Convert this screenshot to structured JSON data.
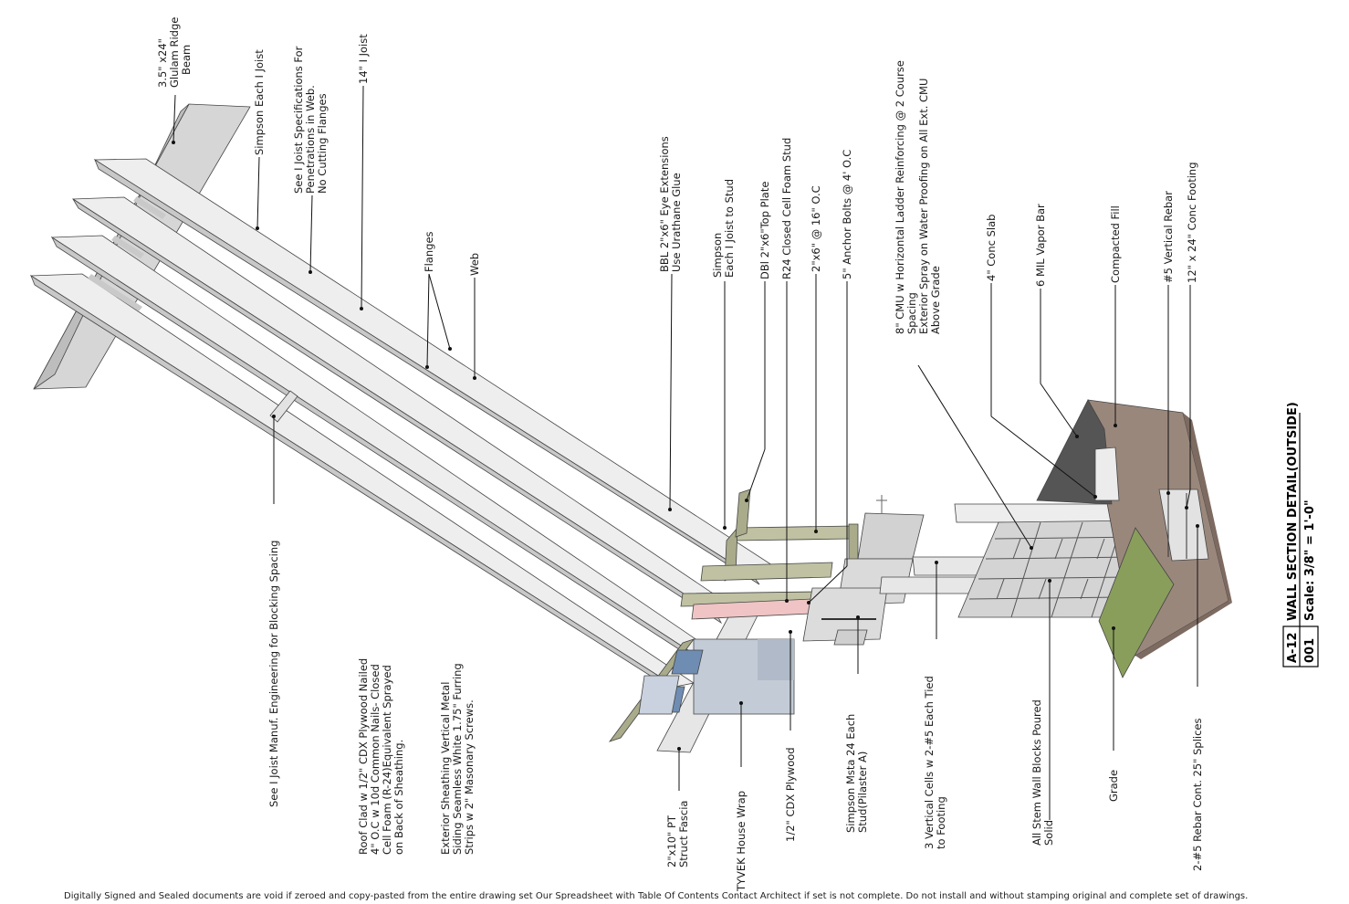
{
  "drawing": {
    "sheet_number": "A-12",
    "detail_number": "001",
    "title": "WALL SECTION DETAIL(OUTSIDE)",
    "scale": "Scale: 3/8\" = 1'-0\"",
    "colors": {
      "lumber": "#ebebeb",
      "ridge_beam": "#d4d4d4",
      "plate": "#b9bb9b",
      "foam": "#f1c7c7",
      "cmu": "#d9d9d9",
      "earth": "#9a877c",
      "grade": "#8a9e5c",
      "vapor_bar": "#555555",
      "siding": "#b9c4d1",
      "tyvek": "#6f8db3"
    },
    "labels": {
      "glulam": [
        "3.5\" x24\"",
        "Glulam Ridge",
        "Beam"
      ],
      "simpson_joist": [
        "Simpson Each I Joist"
      ],
      "joist_spec": [
        "See I Joist Specifications For",
        "Penetrations in Web.",
        "No Cutting Flanges"
      ],
      "i_joist": [
        "14\" I Joist"
      ],
      "flanges": [
        "Flanges"
      ],
      "web": [
        "Web"
      ],
      "bbl": [
        "BBL 2\"x6\" Eye Extensions",
        "Use Urathane Glue"
      ],
      "simpson_stud": [
        "Simpson",
        "Each I Joist to Stud"
      ],
      "dbl_plate": [
        "DBl 2\"x6\"Top Plate"
      ],
      "r24": [
        "R24 Closed Cell Foam Stud"
      ],
      "studs": [
        "2\"x6\" @ 16\" O.C"
      ],
      "anchor": [
        "5\" Anchor Bolts @ 4' O.C"
      ],
      "cmu": [
        "8\" CMU w Horizontal Ladder Reinforcing @ 2 Course",
        "Spacing",
        "Exterior Spray on Water Proofing on All Ext. CMU",
        "Above Grade"
      ],
      "conc_slab": [
        "4\" Conc Slab"
      ],
      "vapor": [
        "6 MIL Vapor Bar"
      ],
      "fill": [
        "Compacted Fill"
      ],
      "rebar": [
        "#5 Vertical Rebar"
      ],
      "footing": [
        "12\" x 24\" Conc Footing"
      ],
      "blocking": [
        "See I Joist Manuf. Engineering for Blocking Spacing"
      ],
      "roof_clad": [
        "Roof Clad w 1/2\" CDX Plywood Nailed",
        "4\" O.C w 10d Common Nails- Closed",
        "Cell Foam (R-24)Equivalent Sprayed",
        "on Back of Sheathing."
      ],
      "siding": [
        "Exterior Sheathing Vertical Metal",
        "Siding Seamless White  1.75\" Furring",
        "Strips w 2\" Masonary Screws."
      ],
      "fascia": [
        "2\"x10\" PT",
        "Struct Fascia"
      ],
      "tyvek": [
        "TYVEK House Wrap"
      ],
      "plywood": [
        "1/2\" CDX Plywood"
      ],
      "msta": [
        "Simpson Msta 24 Each",
        "Stud(Pilaster A)"
      ],
      "vertical_cells": [
        "3 Vertical Cells w 2-#5 Each Tied",
        "to Footing"
      ],
      "stem_wall": [
        "All Stem Wall Blocks Poured",
        "Solid"
      ],
      "grade": [
        "Grade"
      ],
      "splices": [
        "2-#5 Rebar Cont. 25\" Splices"
      ]
    },
    "footer": "Digitally Signed and Sealed documents are void if zeroed and copy-pasted from the entire drawing set Our Spreadsheet with Table Of Contents Contact Architect if set is not complete. Do not install and without stamping original and complete set of drawings."
  }
}
